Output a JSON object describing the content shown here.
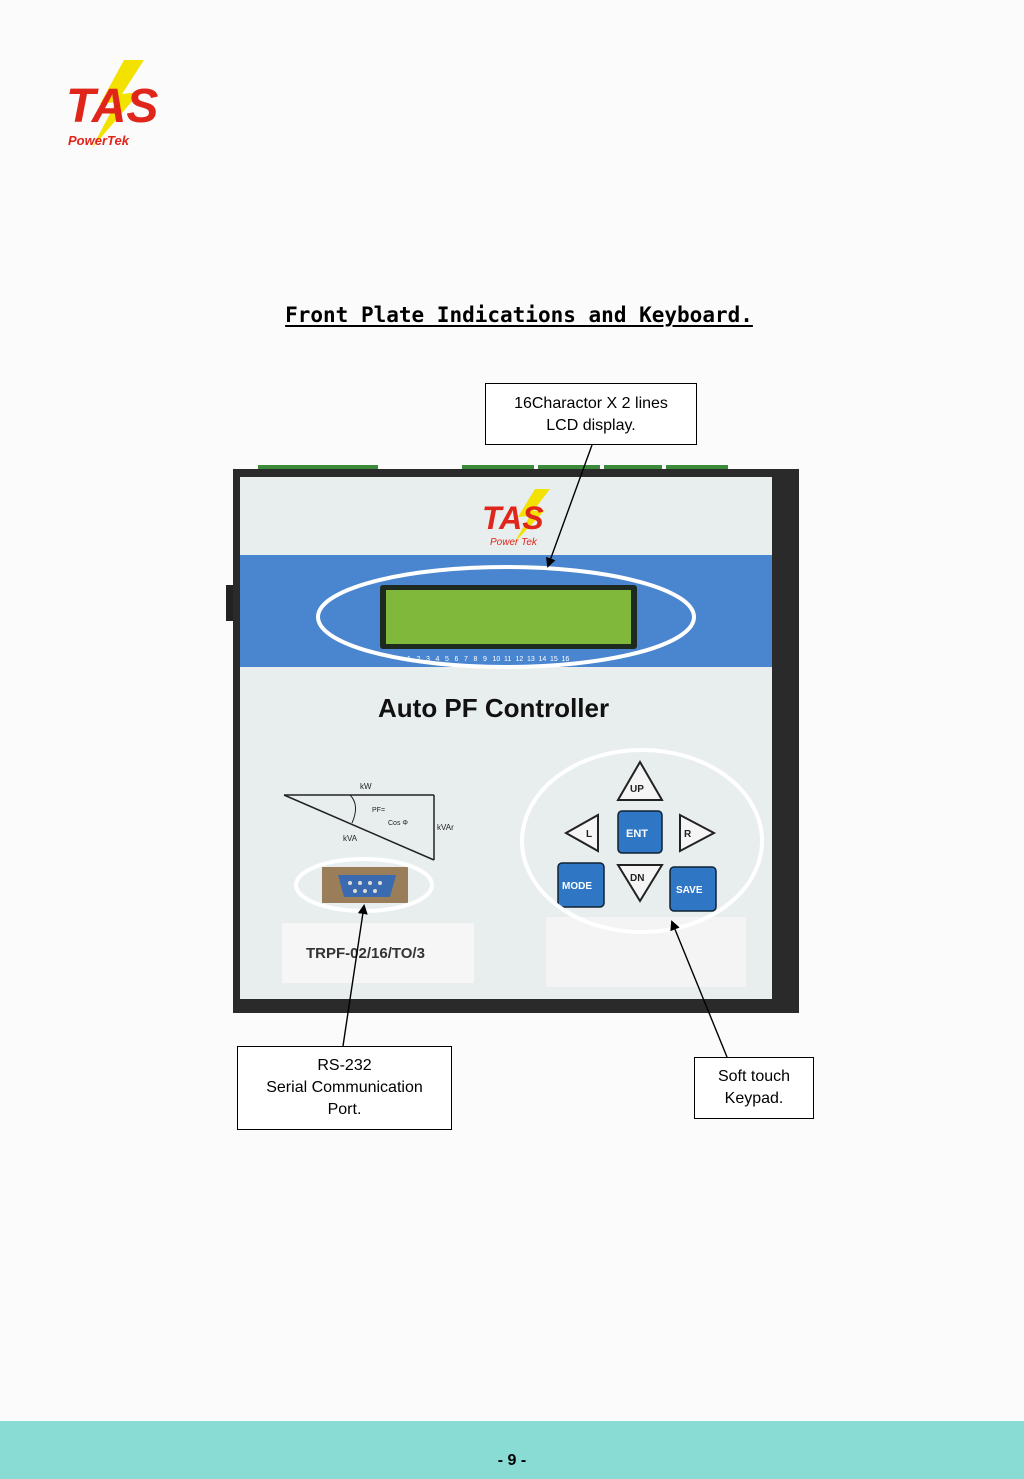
{
  "logo": {
    "brand": "TAS",
    "sub": "PowerTek",
    "colors": {
      "red": "#e0251b",
      "yellow": "#f3e100",
      "green": "#3f8f2a"
    }
  },
  "title": "Front Plate Indications and Keyboard.",
  "callouts": {
    "lcd": [
      "16Charactor X 2 lines",
      "LCD display."
    ],
    "rs232": [
      "RS-232",
      "Serial Communication",
      "Port."
    ],
    "keypad": [
      "Soft touch",
      "Keypad."
    ]
  },
  "device": {
    "brand": "TAS",
    "brand_sub": "Power Tek",
    "product_name": "Auto PF Controller",
    "indicator_numbers": [
      "1",
      "2",
      "3",
      "4",
      "5",
      "6",
      "7",
      "8",
      "9",
      "10",
      "11",
      "12",
      "13",
      "14",
      "15",
      "16"
    ],
    "diagram_labels": {
      "kw": "kW",
      "pf": "PF=",
      "cos": "Cos Φ",
      "kva": "kVA",
      "kvar": "kVAr"
    },
    "model_label": "TRPF-02/16/TO/3",
    "keys": {
      "up": "UP",
      "left": "L",
      "enter": "ENT",
      "right": "R",
      "mode": "MODE",
      "down": "DN",
      "save": "SAVE"
    },
    "colors": {
      "band": "#4a86cf",
      "lcd": "#7fb83a",
      "panel": "#e8eeee",
      "key": "#2f76c4"
    }
  },
  "footer": {
    "page_number": "- 9 -",
    "color": "#88dcd3"
  }
}
